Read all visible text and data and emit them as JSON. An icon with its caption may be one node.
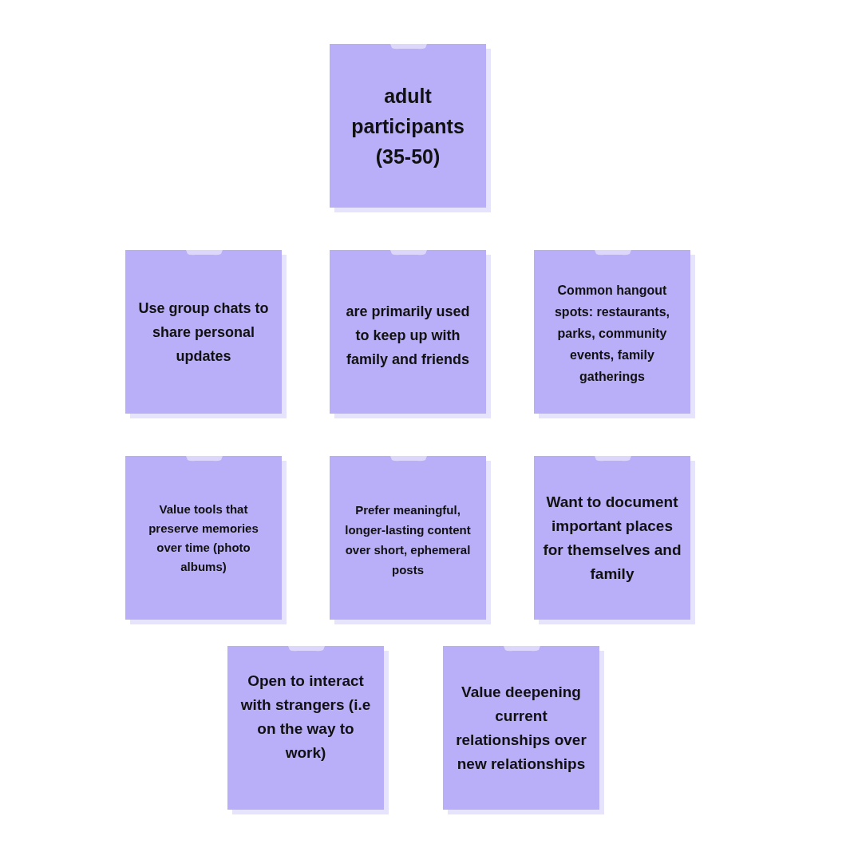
{
  "diagram": {
    "nodes": [
      {
        "text": [
          "adult participants (35-50)"
        ]
      },
      {
        "text": [
          "Use group chats to share personal updates"
        ]
      },
      {
        "text": [
          "are primarily used to keep up with family and friends"
        ]
      },
      {
        "text": [
          "Common hangout spots: restaurants, parks, community events, family gatherings"
        ]
      },
      {
        "text": [
          "Value tools that preserve memories over time (photo albums)"
        ]
      },
      {
        "text": [
          "Prefer meaningful, longer-lasting content over short, ephemeral posts"
        ]
      },
      {
        "text": [
          "Want to document important places for themselves and family"
        ]
      },
      {
        "text": [
          "Open to interact with strangers (i.e on the way to work)"
        ]
      },
      {
        "text": [
          "Value deepening current relationships over new relationships"
        ]
      }
    ]
  }
}
